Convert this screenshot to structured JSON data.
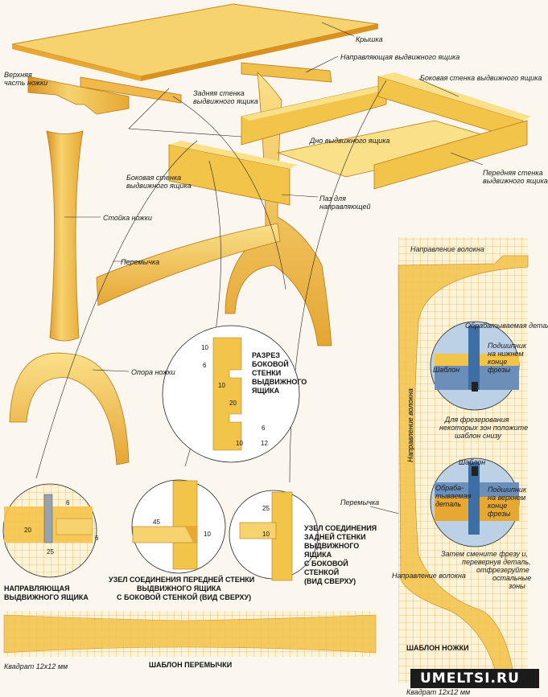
{
  "labels": {
    "kryshka": "Крышка",
    "napr_vydv": "Направляющая выдвижного ящика",
    "bokovaya_top": "Боковая стенка выдвижного ящика",
    "verkhnyaya_1": "Верхняя",
    "verkhnyaya_2": "часть ножки",
    "zadnyaya_1": "Задняя стенка",
    "zadnyaya_2": "выдвижного ящика",
    "dno": "Дно выдвижного ящика",
    "perednyaya_1": "Передняя стенка",
    "perednyaya_2": "выдвижного ящика",
    "bokovaya_l1": "Боковая стенка",
    "bokovaya_l2": "выдвижного ящика",
    "paz_1": "Паз для",
    "paz_2": "направляющей",
    "stoyka": "Стойка ножки",
    "peremychka": "Перемычка",
    "opora": "Опора ножки",
    "napr_volokna_top": "Направление волокна",
    "napr_volokna_side": "Направление волокна",
    "napr_volokna_bottom": "Направление волокна",
    "obrab_detal": "Обрабатываемая деталь",
    "podshipnik_nizh_1": "Подшипник",
    "podshipnik_nizh_2": "на нижнем",
    "podshipnik_nizh_3": "конце",
    "podshipnik_nizh_4": "фрезы",
    "shablon_1": "Шаблон",
    "frez_note_1": "Для фрезерования",
    "frez_note_2": "некоторых зон положите",
    "frez_note_3": "шаблон снизу",
    "shablon_2": "Шаблон",
    "obrab_2a": "Обраба-",
    "obrab_2b": "тываемая",
    "obrab_2c": "деталь",
    "podshipnik_v_1": "Подшипник",
    "podshipnik_v_2": "на верхнем",
    "podshipnik_v_3": "конце",
    "podshipnik_v_4": "фрезы",
    "zamenite_1": "Затем смените фрезу и,",
    "zamenite_2": "перевернув деталь,",
    "zamenite_3": "отфрезеруйте",
    "zamenite_4": "остальные",
    "zamenite_5": "зоны",
    "peremychka_2": "Перемычка"
  },
  "captions": {
    "razrez_1": "РАЗРЕЗ",
    "razrez_2": "БОКОВОЙ",
    "razrez_3": "СТЕНКИ",
    "razrez_4": "ВЫДВИЖНОГО",
    "razrez_5": "ЯЩИКА",
    "napr_cap_1": "НАПРАВЛЯЮЩАЯ",
    "napr_cap_2": "ВЫДВИЖНОГО ЯЩИКА",
    "uzel_pered_1": "УЗЕЛ СОЕДИНЕНИЯ ПЕРЕДНЕЙ СТЕНКИ",
    "uzel_pered_2": "ВЫДВИЖНОГО ЯЩИКА",
    "uzel_pered_3": "С БОКОВОЙ СТЕНКОЙ (ВИД СВЕРХУ)",
    "uzel_zad_1": "УЗЕЛ СОЕДИНЕНИЯ",
    "uzel_zad_2": "ЗАДНЕЙ СТЕНКИ",
    "uzel_zad_3": "ВЫДВИЖНОГО",
    "uzel_zad_4": "ЯЩИКА",
    "uzel_zad_5": "С БОКОВОЙ",
    "uzel_zad_6": "СТЕНКОЙ",
    "uzel_zad_7": "(ВИД СВЕРХУ)",
    "shablon_peremychki": "ШАБЛОН ПЕРЕМЫЧКИ",
    "shablon_nozhki": "ШАБЛОН НОЖКИ",
    "kvadrat_left": "Квадрат 12х12 мм",
    "kvadrat_right": "Квадрат 12х12 мм",
    "watermark": "UMELTSI.RU"
  },
  "dims": {
    "d10a": "10",
    "d6a": "6",
    "d10b": "10",
    "d20": "20",
    "d6b": "6",
    "d10c": "10",
    "d12": "12",
    "g6": "6",
    "g20": "20",
    "g6b": "6",
    "g25": "25",
    "f45": "45",
    "f10": "10",
    "z25": "25",
    "z10": "10"
  },
  "colors": {
    "wood": "#f3c44a",
    "wood_dark": "#d99220",
    "wood_light": "#fbe08a",
    "grid_line": "#e3a23c",
    "bg": "#fbf7ee",
    "circle_bg": "#bcd0e6"
  }
}
